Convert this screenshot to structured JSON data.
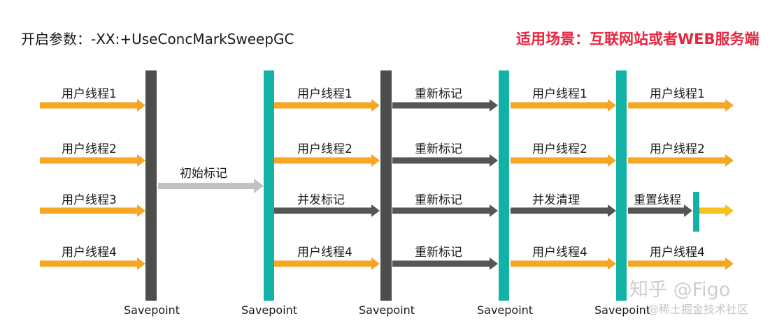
{
  "header": {
    "params": "开启参数：-XX:+UseConcMarkSweepGC",
    "scenario": "适用场景：互联网站或者WEB服务端"
  },
  "colors": {
    "user_thread": "#f5a623",
    "gc_thread": "#555555",
    "initial_mark": "#c2c2c2",
    "final_thread": "#f7c01a",
    "bar_dark": "#4d4d4d",
    "bar_teal": "#12b3a6",
    "title_red": "#e8263e"
  },
  "labels": {
    "user_thread_1": "用户线程1",
    "user_thread_2": "用户线程2",
    "user_thread_3": "用户线程3",
    "user_thread_4": "用户线程4",
    "initial_mark": "初始标记",
    "concurrent_mark": "并发标记",
    "remark": "重新标记",
    "concurrent_sweep": "并发清理",
    "reset_threads": "重置线程"
  },
  "savepoint": "Savepoint",
  "watermark": {
    "zhihu": "知乎 @Figo",
    "juejin": "@稀土掘金技术社区"
  }
}
